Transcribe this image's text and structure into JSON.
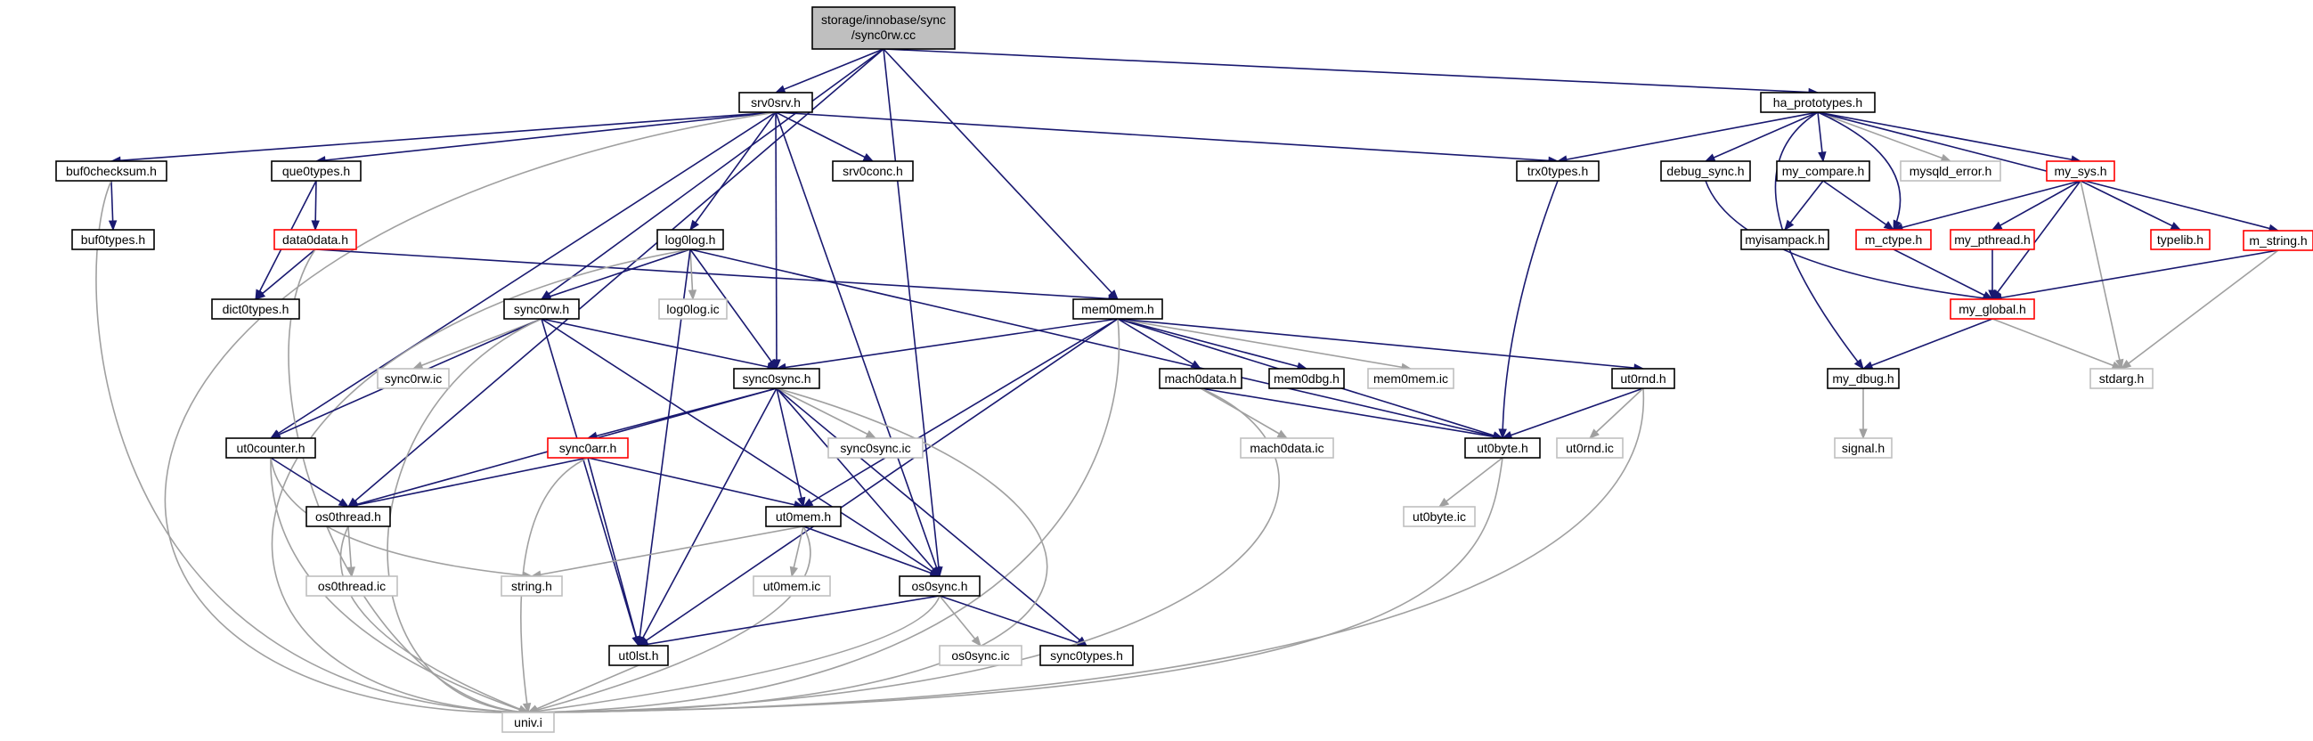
{
  "diagram": {
    "root": {
      "line1": "storage/innobase/sync",
      "line2": "/sync0rw.cc"
    },
    "nodes": {
      "srv0srv": "srv0srv.h",
      "ha_prototypes": "ha_prototypes.h",
      "buf0checksum": "buf0checksum.h",
      "que0types": "que0types.h",
      "srv0conc": "srv0conc.h",
      "trx0types": "trx0types.h",
      "debug_sync": "debug_sync.h",
      "my_compare": "my_compare.h",
      "mysqld_error": "mysqld_error.h",
      "my_sys": "my_sys.h",
      "m_string": "m_string.h",
      "buf0types": "buf0types.h",
      "data0data": "data0data.h",
      "log0log": "log0log.h",
      "myisampack": "myisampack.h",
      "m_ctype": "m_ctype.h",
      "my_pthread": "my_pthread.h",
      "typelib": "typelib.h",
      "dict0types": "dict0types.h",
      "sync0rw": "sync0rw.h",
      "log0log_ic": "log0log.ic",
      "mem0mem": "mem0mem.h",
      "my_global": "my_global.h",
      "sync0rw_ic": "sync0rw.ic",
      "sync0sync": "sync0sync.h",
      "mach0data": "mach0data.h",
      "mem0dbg": "mem0dbg.h",
      "mem0mem_ic": "mem0mem.ic",
      "ut0rnd": "ut0rnd.h",
      "my_dbug": "my_dbug.h",
      "stdarg": "stdarg.h",
      "ut0counter": "ut0counter.h",
      "sync0arr": "sync0arr.h",
      "sync0sync_ic": "sync0sync.ic",
      "mach0data_ic": "mach0data.ic",
      "ut0byte": "ut0byte.h",
      "ut0rnd_ic": "ut0rnd.ic",
      "signal": "signal.h",
      "os0thread": "os0thread.h",
      "ut0mem": "ut0mem.h",
      "ut0byte_ic": "ut0byte.ic",
      "os0thread_ic": "os0thread.ic",
      "string": "string.h",
      "ut0mem_ic": "ut0mem.ic",
      "os0sync": "os0sync.h",
      "os0sync_ic": "os0sync.ic",
      "ut0lst": "ut0lst.h",
      "sync0types": "sync0types.h",
      "univ": "univ.i"
    },
    "colors": {
      "edge": "#191970",
      "edge_gray": "#a0a0a0",
      "root_fill": "#bfbfbf",
      "normal_border": "#000000",
      "red_border": "#ff0000",
      "gray_border": "#bfbfbf"
    }
  }
}
